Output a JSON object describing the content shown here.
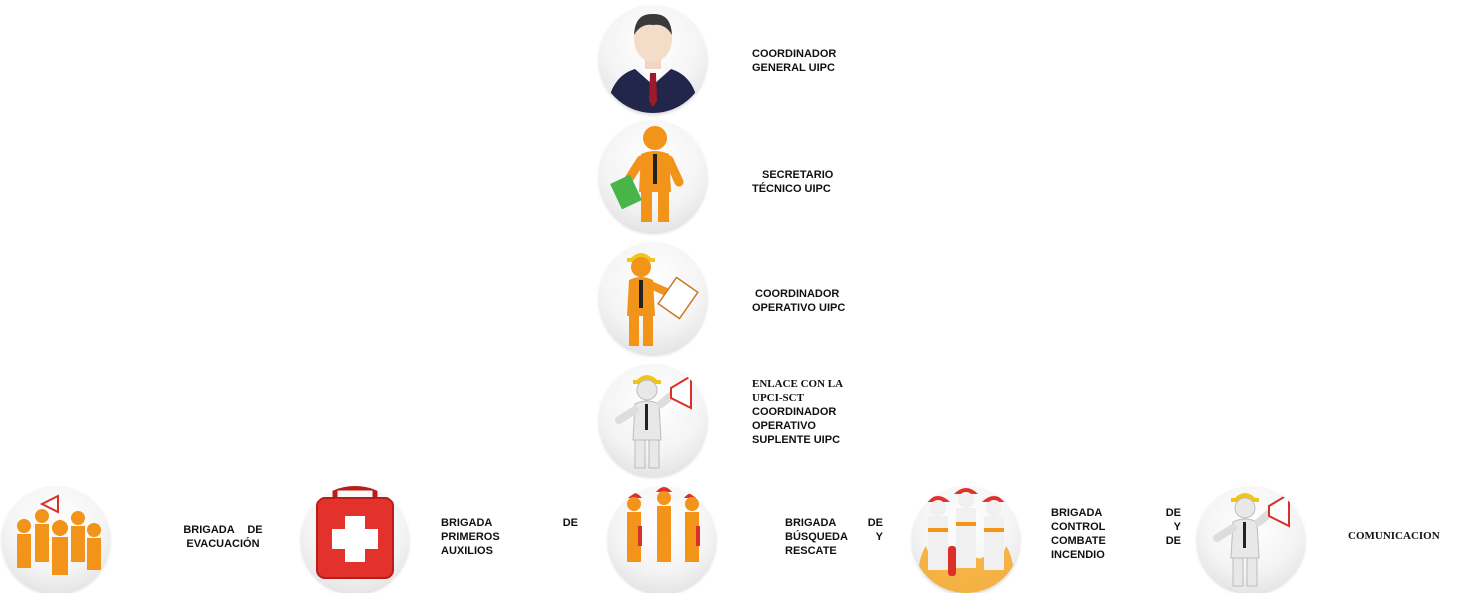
{
  "chain": [
    {
      "lines": [
        "COORDINADOR",
        "GENERAL UIPC"
      ]
    },
    {
      "lines": [
        "SECRETARIO",
        "TÉCNICO UIPC"
      ]
    },
    {
      "lines": [
        "COORDINADOR",
        "OPERATIVO UIPC"
      ]
    },
    {
      "lines": [
        "ENLACE CON LA",
        "UPCI-SCT",
        "COORDINADOR",
        "OPERATIVO",
        "SUPLENTE UIPC"
      ]
    }
  ],
  "brigades": [
    {
      "lines": [
        "BRIGADA DE",
        "EVACUACIÓN"
      ]
    },
    {
      "lines": [
        "BRIGADA DE",
        "PRIMEROS",
        "AUXILIOS"
      ]
    },
    {
      "lines": [
        "BRIGADA DE",
        "BÚSQUEDA Y",
        "RESCATE"
      ]
    },
    {
      "lines": [
        "BRIGADA DE",
        "CONTROL Y",
        "COMBATE DE",
        "INCENDIO"
      ]
    },
    {
      "lines": [
        "COMUNICACION"
      ]
    }
  ],
  "icons": {
    "coordinator": "businessman-icon",
    "secretary": "figure-with-folder-icon",
    "operative": "figure-with-clipboard-icon",
    "liaison": "figure-with-megaphone-icon",
    "evacuation": "crowd-with-megaphone-icon",
    "first_aid": "first-aid-kit-icon",
    "rescue": "firefighters-icon",
    "fire": "fire-brigade-icon",
    "communication": "figure-with-megaphone-icon"
  },
  "colors": {
    "orange": "#f2931a",
    "helmet": "#f2c31a",
    "red": "#d9302a",
    "suit": "#22264a"
  }
}
